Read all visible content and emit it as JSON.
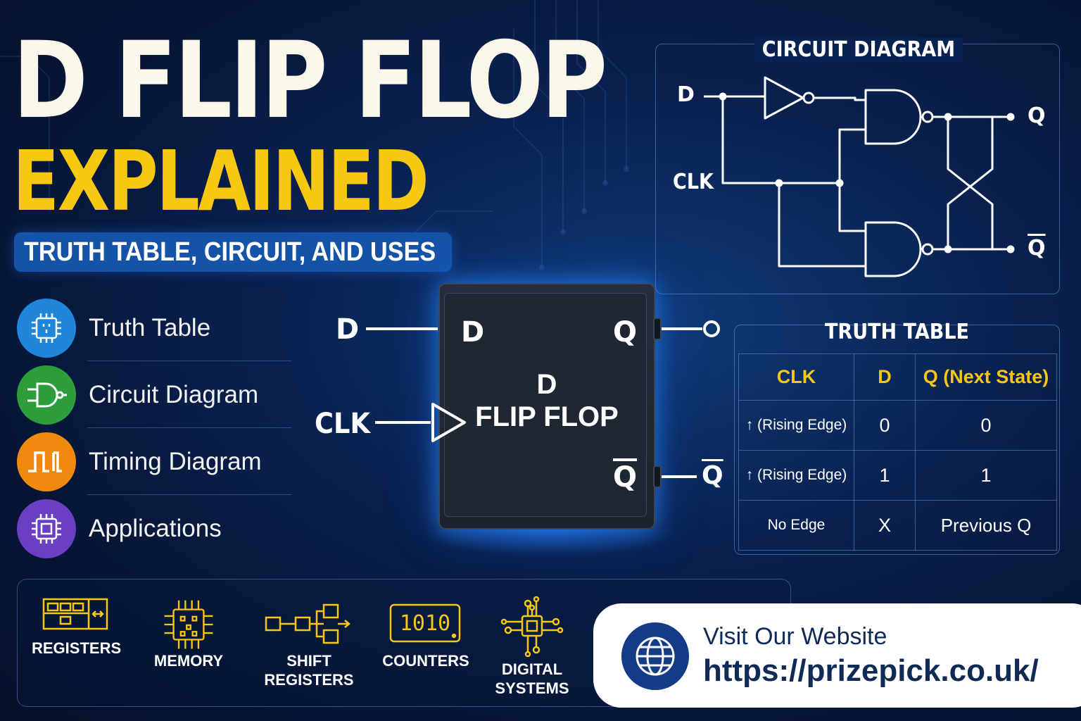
{
  "title": {
    "line1": "D FLIP FLOP",
    "line2": "EXPLAINED",
    "subtitle": "TRUTH TABLE, CIRCUIT, AND USES"
  },
  "menu": [
    {
      "label": "Truth Table",
      "icon": "chip-icon",
      "color": "#1f86d9"
    },
    {
      "label": "Circuit Diagram",
      "icon": "nand-gate-icon",
      "color": "#2e9e3c"
    },
    {
      "label": "Timing Diagram",
      "icon": "pulse-wave-icon",
      "color": "#f08a0e"
    },
    {
      "label": "Applications",
      "icon": "processor-icon",
      "color": "#6a3fc4"
    }
  ],
  "circuit_diagram": {
    "title": "CIRCUIT DIAGRAM",
    "input_d": "D",
    "input_clk": "CLK",
    "output_q": "Q",
    "output_qbar": "Q"
  },
  "flip_flop": {
    "input_d": "D",
    "input_clk": "CLK",
    "pin_d": "D",
    "pin_q": "Q",
    "pin_qbar": "Q",
    "name_line1": "D",
    "name_line2": "FLIP FLOP",
    "output_qbar": "Q"
  },
  "truth_table": {
    "title": "TRUTH TABLE",
    "headers": [
      "CLK",
      "D",
      "Q (Next State)"
    ],
    "rows": [
      [
        "↑ (Rising Edge)",
        "0",
        "0"
      ],
      [
        "↑ (Rising Edge)",
        "1",
        "1"
      ],
      [
        "No Edge",
        "X",
        "Previous Q"
      ]
    ]
  },
  "applications": [
    {
      "label": "REGISTERS",
      "icon": "register-icon"
    },
    {
      "label": "MEMORY",
      "icon": "memory-chip-icon"
    },
    {
      "label": "SHIFT\nREGISTERS",
      "icon": "shift-register-icon"
    },
    {
      "label": "COUNTERS",
      "icon": "counter-display-icon"
    },
    {
      "label": "DIGITAL\nSYSTEMS",
      "icon": "digital-system-icon"
    }
  ],
  "counter_display": "1010",
  "website": {
    "heading": "Visit Our Website",
    "url": "https://prizepick.co.uk/"
  },
  "colors": {
    "background": "#0a2252",
    "accent_yellow": "#f8c712",
    "subtitle_blue": "#1553a8",
    "chip_glow": "#2a8cff"
  }
}
